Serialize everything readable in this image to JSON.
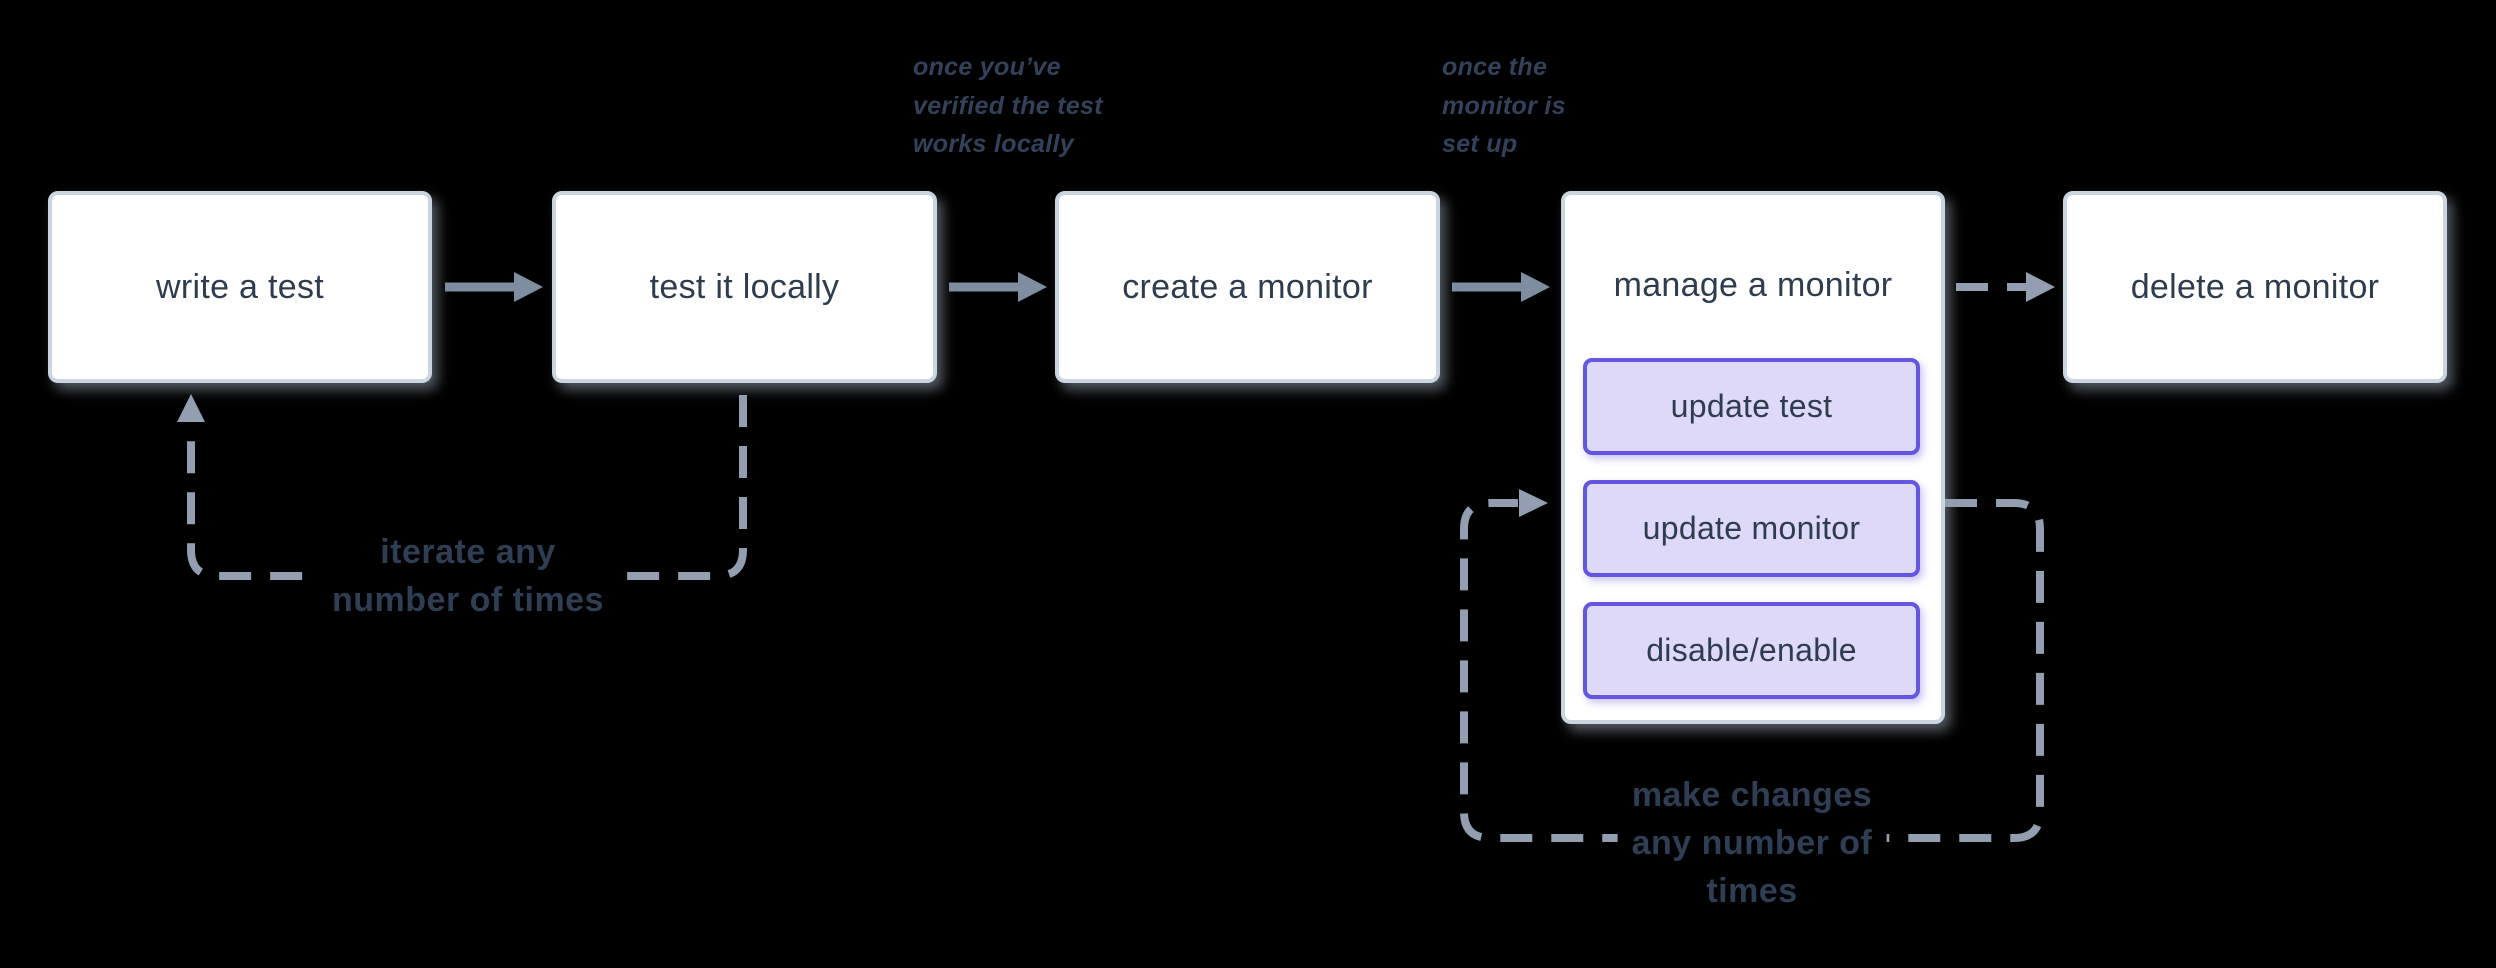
{
  "colors": {
    "bg": "#000000",
    "box-fill": "#ffffff",
    "box-border": "#cbd5e0",
    "box-text": "#2e3c4e",
    "sub-fill": "#ded8f9",
    "sub-border": "#6456e0",
    "arrow": "#7e8da0",
    "dash": "#939fb0",
    "annotation-text": "#33415a",
    "loop-label-text": "#2f3e54"
  },
  "nodes": [
    {
      "id": "write-test",
      "label": "write a test"
    },
    {
      "id": "test-locally",
      "label": "test it locally"
    },
    {
      "id": "create-monitor",
      "label": "create a monitor"
    },
    {
      "id": "manage-monitor",
      "label": "manage a monitor",
      "children": [
        {
          "id": "update-test",
          "label": "update test"
        },
        {
          "id": "update-monitor",
          "label": "update monitor"
        },
        {
          "id": "disable-enable",
          "label": "disable/enable"
        }
      ]
    },
    {
      "id": "delete-monitor",
      "label": "delete a monitor"
    }
  ],
  "annotations": [
    {
      "id": "once-verified",
      "text": "once you’ve\nverified the test\nworks locally"
    },
    {
      "id": "once-setup",
      "text": "once the\nmonitor is\nset up"
    }
  ],
  "loops": [
    {
      "id": "iterate-loop",
      "label": "iterate any\nnumber of times"
    },
    {
      "id": "make-changes-loop",
      "label": "make changes\nany number of\ntimes"
    }
  ]
}
